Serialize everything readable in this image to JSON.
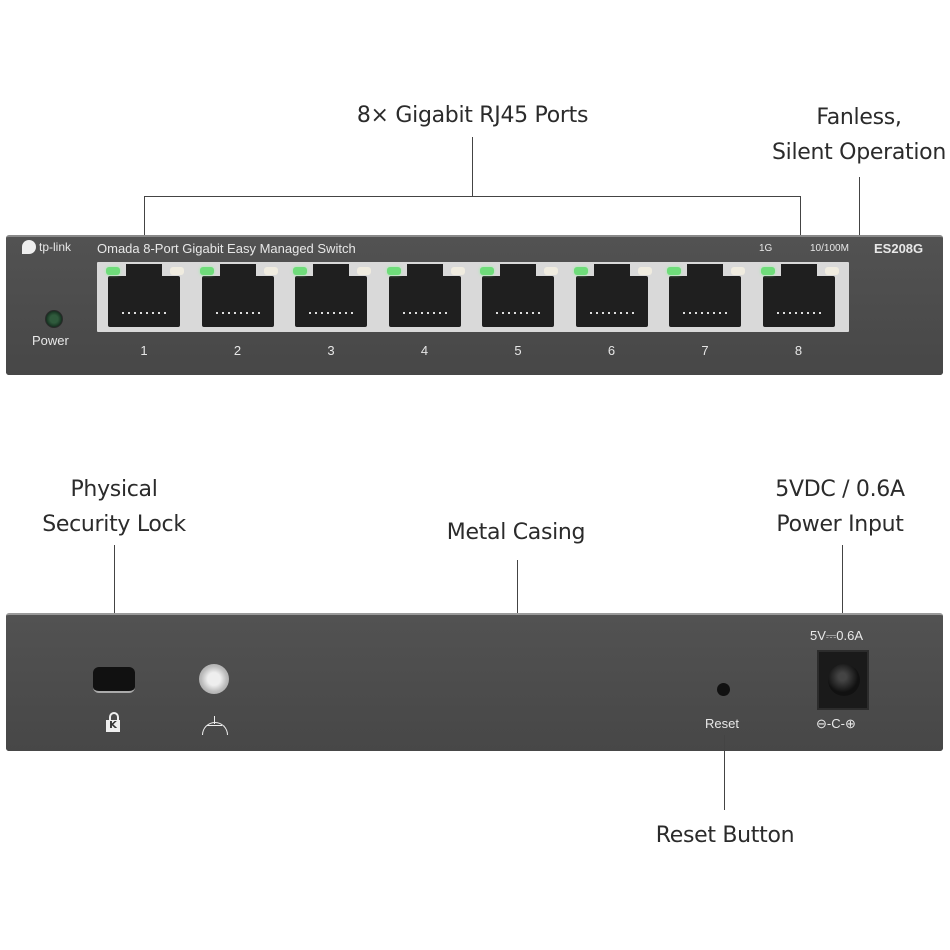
{
  "callouts": {
    "ports": "8× Gigabit RJ45 Ports",
    "fanless_line1": "Fanless,",
    "fanless_line2": "Silent Operation",
    "lock_line1": "Physical",
    "lock_line2": "Security Lock",
    "casing": "Metal Casing",
    "power_line1": "5VDC / 0.6A",
    "power_line2": "Power Input",
    "reset": "Reset Button"
  },
  "front_panel": {
    "brand": "tp-link",
    "product_name": "Omada 8-Port Gigabit Easy Managed Switch",
    "model": "ES208G",
    "led_legend_1g": "1G",
    "led_legend_100m": "10/100M",
    "power_label": "Power",
    "ports": [
      "1",
      "2",
      "3",
      "4",
      "5",
      "6",
      "7",
      "8"
    ],
    "colors": {
      "link_led": "#6fdc7a",
      "speed_led": "#f0ece0",
      "chassis": "#4a4a4a"
    }
  },
  "rear_panel": {
    "power_rating": "5V⎓0.6A",
    "reset_label": "Reset",
    "polarity_symbol": "⊖-C-⊕",
    "lock_icon": "kensington-lock-icon",
    "ground_icon": "ground-icon"
  }
}
